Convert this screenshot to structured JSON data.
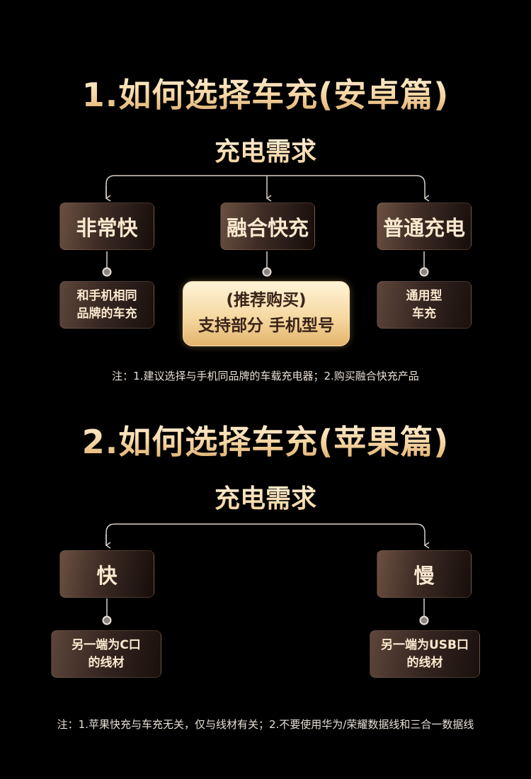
{
  "section1": {
    "title": "1.如何选择车充(安卓篇)",
    "subtitle": "充电需求",
    "options": [
      {
        "label": "非常快",
        "detail_lines": [
          "和手机相同",
          "品牌的车充"
        ]
      },
      {
        "label": "融合快充",
        "detail_lines": [
          "(推荐购买)",
          "支持部分 手机型号"
        ]
      },
      {
        "label": "普通充电",
        "detail_lines": [
          "通用型",
          "车充"
        ]
      }
    ],
    "note": "注：1.建议选择与手机同品牌的车载充电器；2.购买融合快充产品"
  },
  "section2": {
    "title": "2.如何选择车充(苹果篇)",
    "subtitle": "充电需求",
    "options": [
      {
        "label": "快",
        "detail_lines": [
          "另一端为C口",
          "的线材"
        ]
      },
      {
        "label": "慢",
        "detail_lines": [
          "另一端为USB口",
          "的线材"
        ]
      }
    ],
    "note": "注：1.苹果快充与车充无关，仅与线材有关；2.不要使用华为/荣耀数据线和三合一数据线"
  }
}
